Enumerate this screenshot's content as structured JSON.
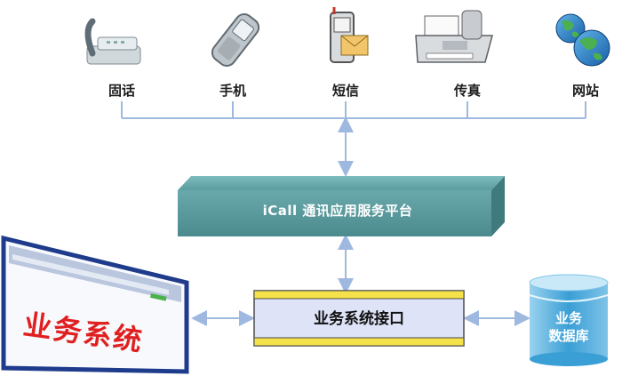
{
  "channels": [
    {
      "label": "固话",
      "icon": "telephone-icon"
    },
    {
      "label": "手机",
      "icon": "mobile-phone-icon"
    },
    {
      "label": "短信",
      "icon": "sms-phone-icon"
    },
    {
      "label": "传真",
      "icon": "fax-machine-icon"
    },
    {
      "label": "网站",
      "icon": "globe-icon"
    }
  ],
  "platform": {
    "label": "iCall 通讯应用服务平台"
  },
  "interface": {
    "label": "业务系统接口"
  },
  "business_system": {
    "label": "业务系统"
  },
  "database": {
    "line1": "业务",
    "line2": "数据库"
  },
  "colors": {
    "connector": "#9fb8e0",
    "platform": "#5fa3a6",
    "interface_band": "#f5e24a",
    "interface_body": "#dfe3f7",
    "db": "#3fa3d6",
    "business_text": "#e02020"
  }
}
